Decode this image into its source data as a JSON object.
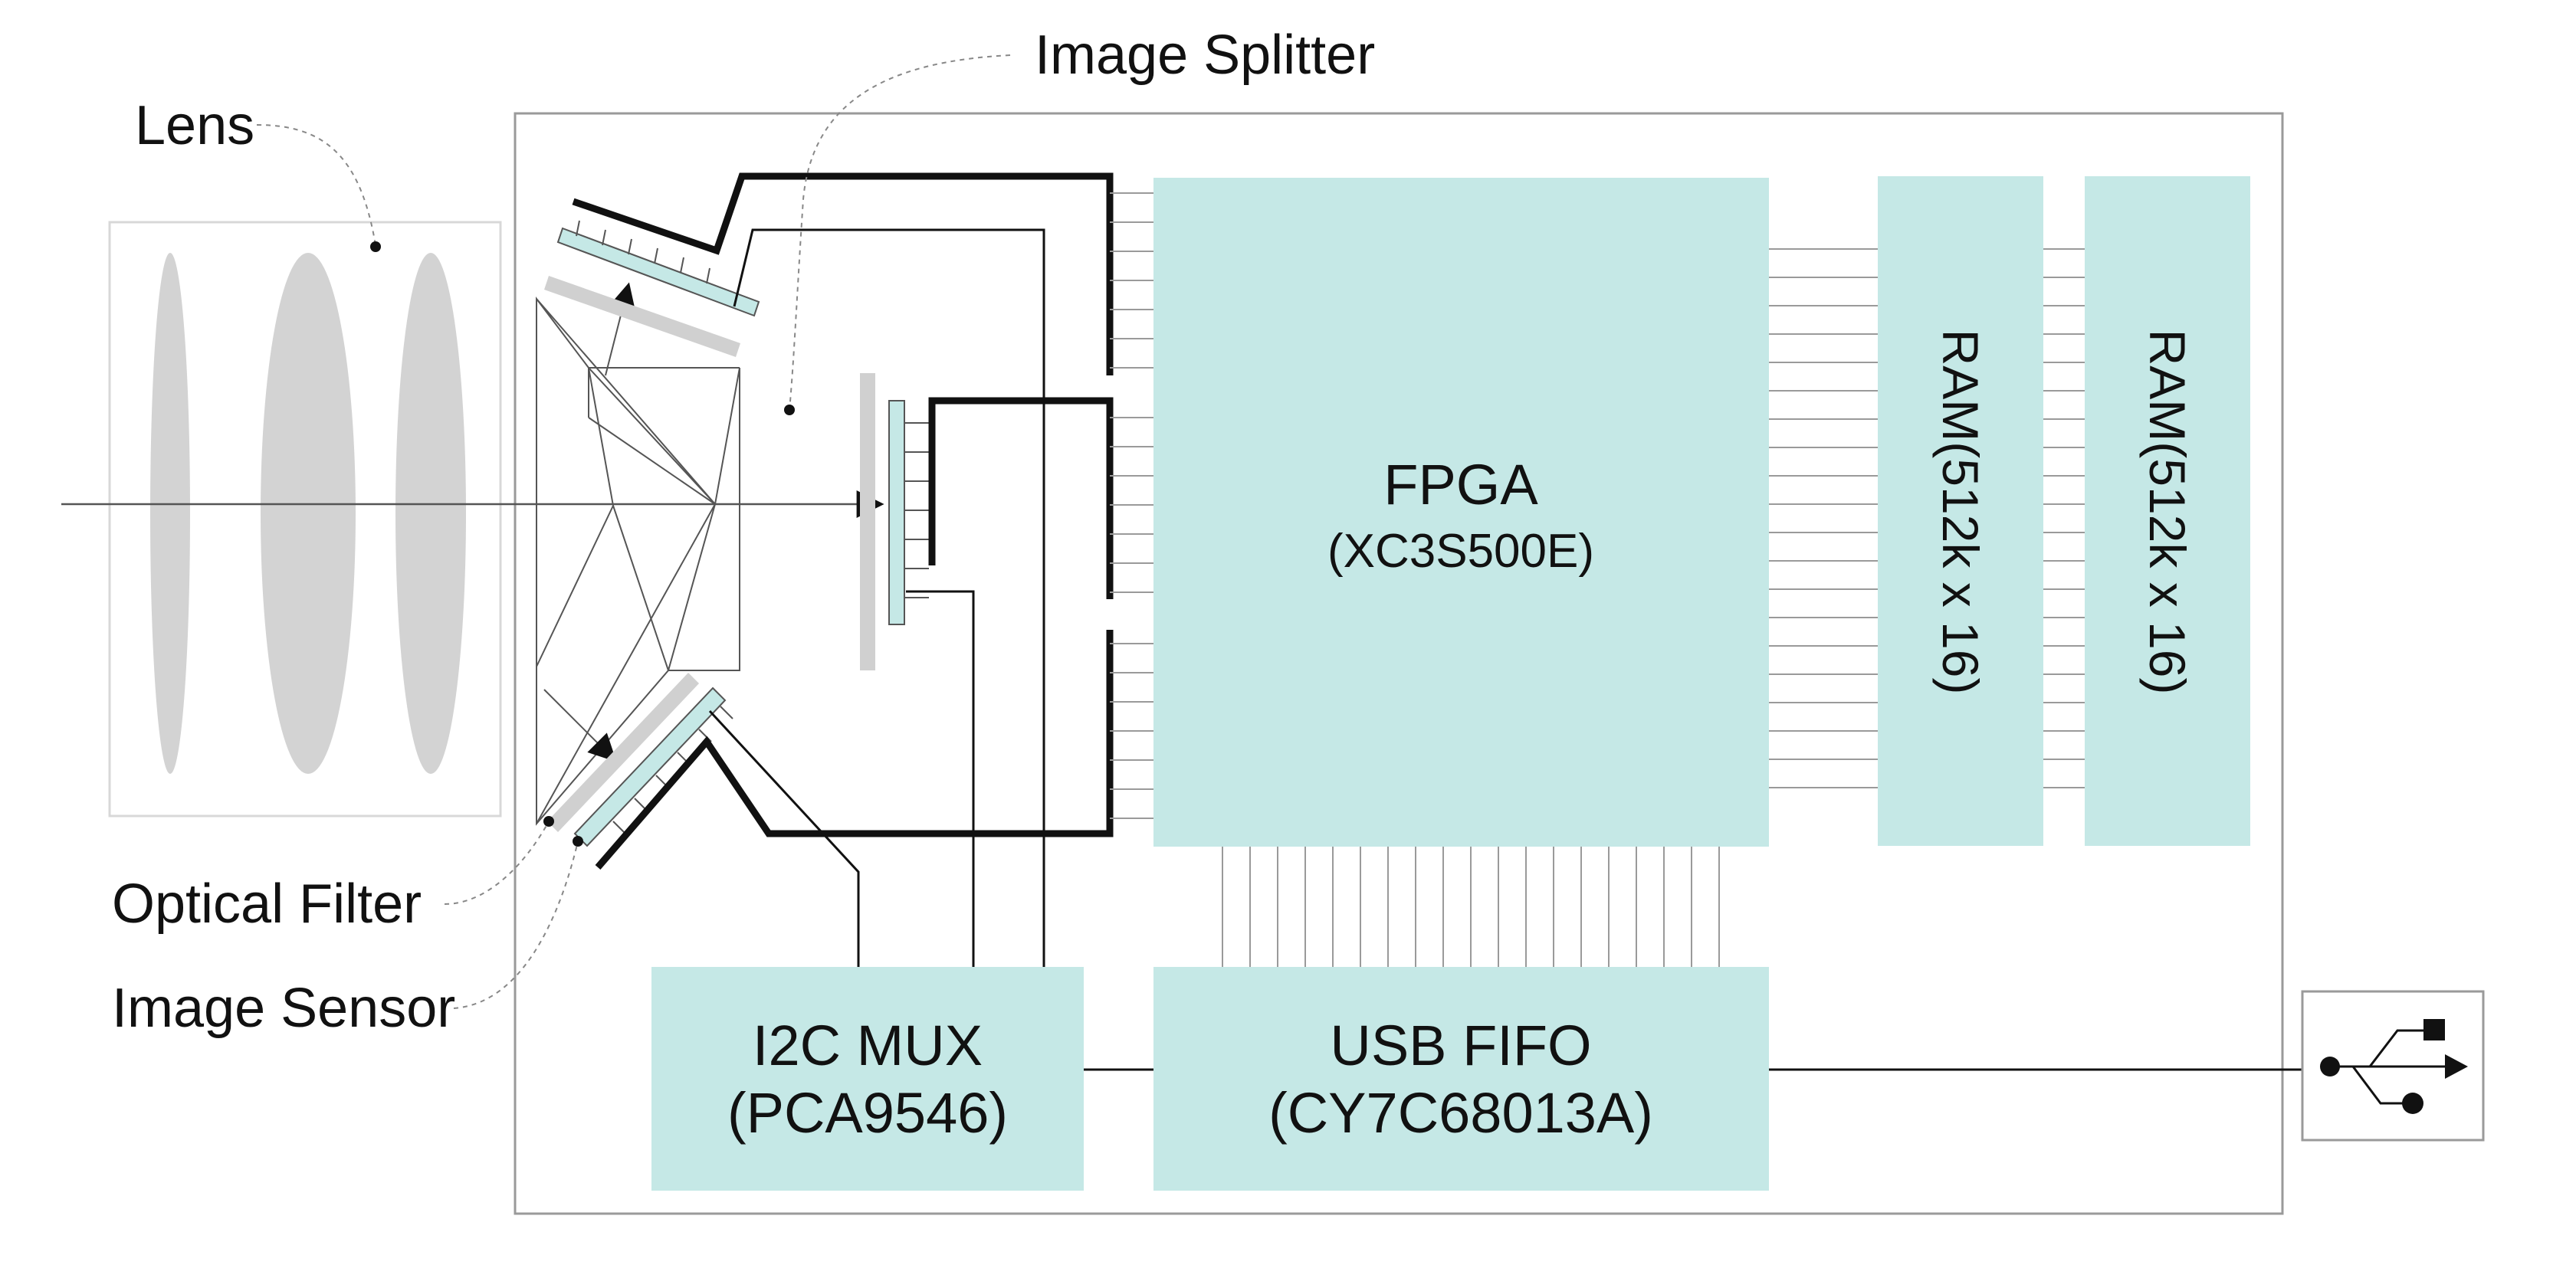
{
  "callouts": {
    "lens": "Lens",
    "image_splitter": "Image Splitter",
    "optical_filter": "Optical Filter",
    "image_sensor": "Image Sensor"
  },
  "blocks": {
    "fpga": {
      "title": "FPGA",
      "part": "(XC3S500E)"
    },
    "ram1": {
      "label": "RAM(512k x 16)"
    },
    "ram2": {
      "label": "RAM(512k x 16)"
    },
    "i2c_mux": {
      "title": "I2C MUX",
      "part": "(PCA9546)"
    },
    "usb_fifo": {
      "title": "USB FIFO",
      "part": "(CY7C68013A)"
    }
  },
  "connector": {
    "icon": "usb-icon"
  },
  "colors": {
    "block_fill": "#c5e8e6",
    "lens_fill": "#d3d3d3",
    "filter_fill": "#d0d0d0",
    "stroke": "#111111",
    "thin_line": "#9a9a9a",
    "enclosure": "#9a9a9a"
  }
}
